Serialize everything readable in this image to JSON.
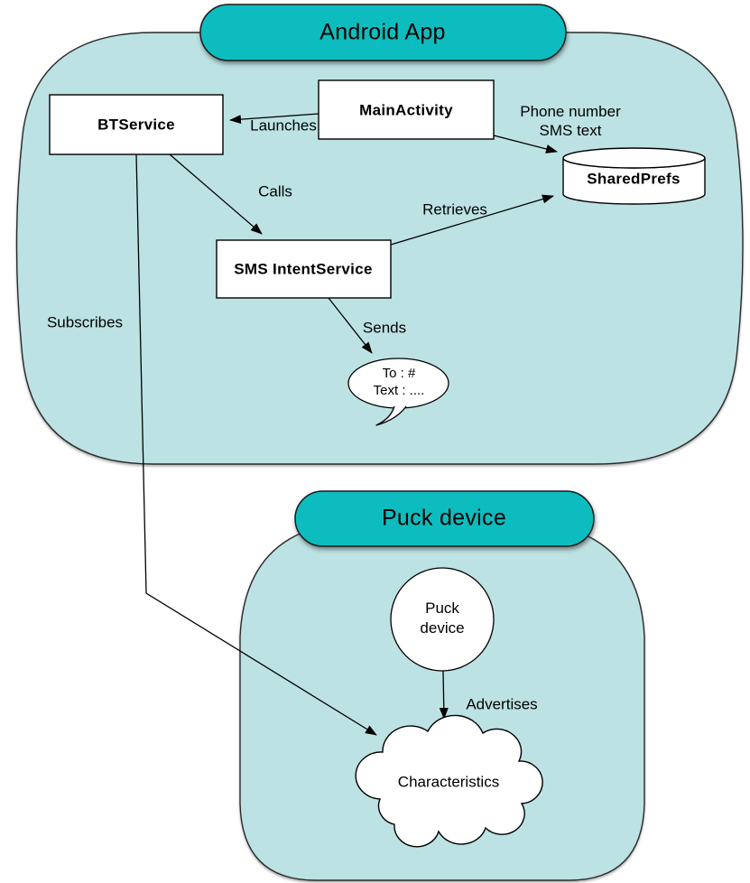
{
  "colors": {
    "group_fill": "#bde2e3",
    "pill_fill": "#0cbcbe",
    "node_fill": "#ffffff",
    "line": "#000000"
  },
  "android": {
    "title": "Android App",
    "nodes": {
      "btservice": "BTService",
      "mainactivity": "MainActivity",
      "sms_intentservice": "SMS IntentService",
      "sharedprefs": "SharedPrefs"
    },
    "edges": {
      "launches": "Launches",
      "calls": "Calls",
      "retrieves": "Retrieves",
      "sends": "Sends",
      "subscribes": "Subscribes",
      "store_note_line1": "Phone number",
      "store_note_line2": "SMS text"
    },
    "bubble": {
      "line1": "To : #",
      "line2": "Text : ...."
    }
  },
  "puck": {
    "title": "Puck device",
    "nodes": {
      "device_line1": "Puck",
      "device_line2": "device",
      "characteristics": "Characteristics"
    },
    "edges": {
      "advertises": "Advertises"
    }
  }
}
